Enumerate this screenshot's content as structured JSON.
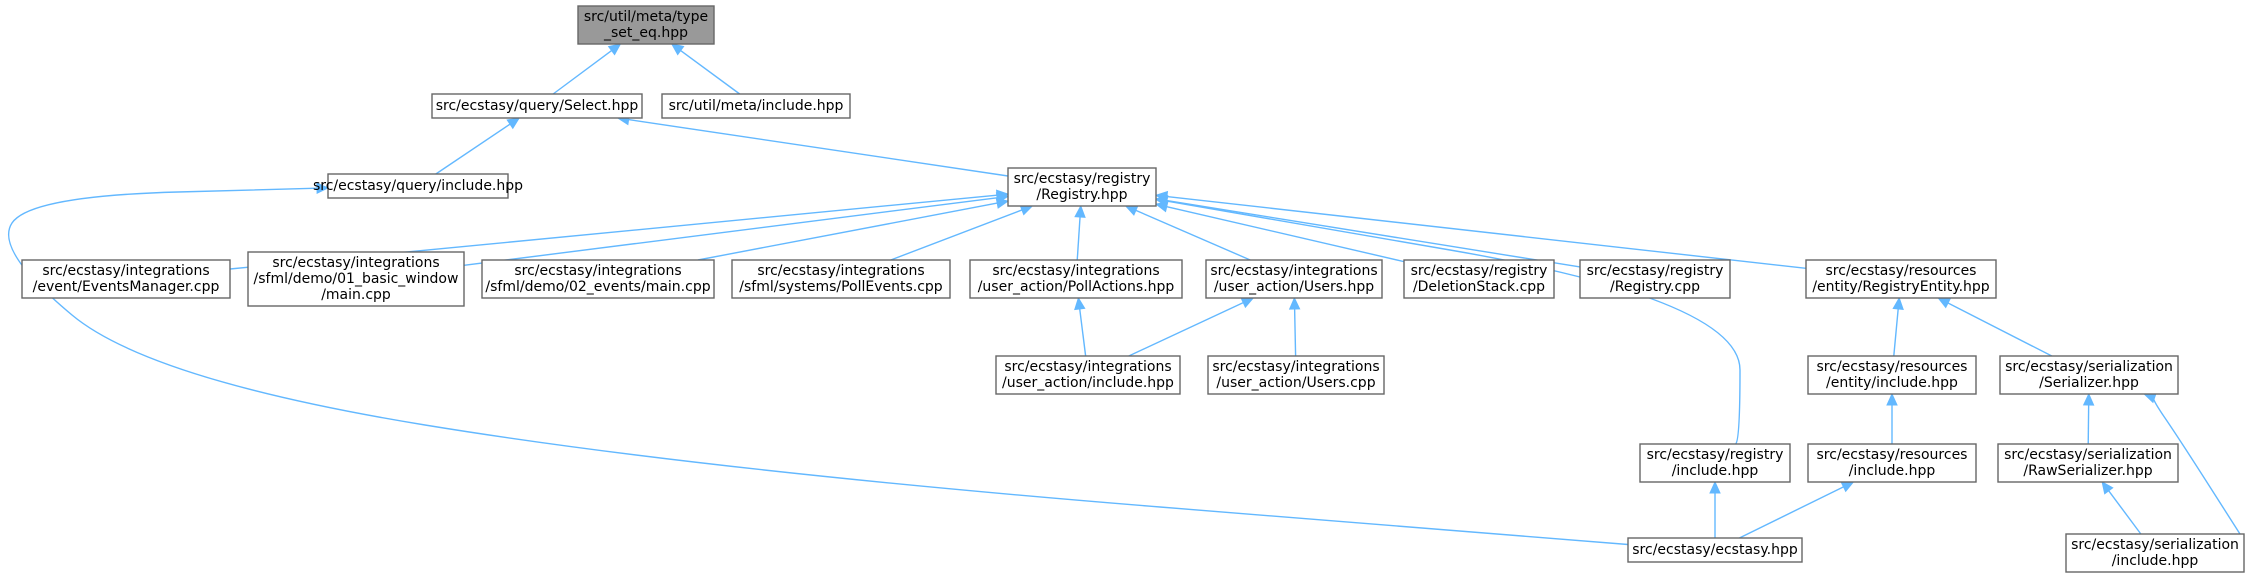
{
  "graph": {
    "nodes": [
      {
        "id": "type_set_eq",
        "lines": [
          "src/util/meta/type",
          "_set_eq.hpp"
        ],
        "highlighted": true
      },
      {
        "id": "select",
        "lines": [
          "src/ecstasy/query/Select.hpp"
        ]
      },
      {
        "id": "meta_include",
        "lines": [
          "src/util/meta/include.hpp"
        ]
      },
      {
        "id": "query_include",
        "lines": [
          "src/ecstasy/query/include.hpp"
        ]
      },
      {
        "id": "registry_hpp",
        "lines": [
          "src/ecstasy/registry",
          "/Registry.hpp"
        ]
      },
      {
        "id": "events_manager",
        "lines": [
          "src/ecstasy/integrations",
          "/event/EventsManager.cpp"
        ]
      },
      {
        "id": "basic_window",
        "lines": [
          "src/ecstasy/integrations",
          "/sfml/demo/01_basic_window",
          "/main.cpp"
        ]
      },
      {
        "id": "events_main",
        "lines": [
          "src/ecstasy/integrations",
          "/sfml/demo/02_events/main.cpp"
        ]
      },
      {
        "id": "poll_events",
        "lines": [
          "src/ecstasy/integrations",
          "/sfml/systems/PollEvents.cpp"
        ]
      },
      {
        "id": "poll_actions",
        "lines": [
          "src/ecstasy/integrations",
          "/user_action/PollActions.hpp"
        ]
      },
      {
        "id": "users_hpp",
        "lines": [
          "src/ecstasy/integrations",
          "/user_action/Users.hpp"
        ]
      },
      {
        "id": "deletion_stack",
        "lines": [
          "src/ecstasy/registry",
          "/DeletionStack.cpp"
        ]
      },
      {
        "id": "registry_cpp",
        "lines": [
          "src/ecstasy/registry",
          "/Registry.cpp"
        ]
      },
      {
        "id": "registry_entity",
        "lines": [
          "src/ecstasy/resources",
          "/entity/RegistryEntity.hpp"
        ]
      },
      {
        "id": "user_action_include",
        "lines": [
          "src/ecstasy/integrations",
          "/user_action/include.hpp"
        ]
      },
      {
        "id": "users_cpp",
        "lines": [
          "src/ecstasy/integrations",
          "/user_action/Users.cpp"
        ]
      },
      {
        "id": "entity_include",
        "lines": [
          "src/ecstasy/resources",
          "/entity/include.hpp"
        ]
      },
      {
        "id": "serializer",
        "lines": [
          "src/ecstasy/serialization",
          "/Serializer.hpp"
        ]
      },
      {
        "id": "registry_include",
        "lines": [
          "src/ecstasy/registry",
          "/include.hpp"
        ]
      },
      {
        "id": "resources_include",
        "lines": [
          "src/ecstasy/resources",
          "/include.hpp"
        ]
      },
      {
        "id": "raw_serializer",
        "lines": [
          "src/ecstasy/serialization",
          "/RawSerializer.hpp"
        ]
      },
      {
        "id": "ecstasy_hpp",
        "lines": [
          "src/ecstasy/ecstasy.hpp"
        ]
      },
      {
        "id": "serialization_include",
        "lines": [
          "src/ecstasy/serialization",
          "/include.hpp"
        ]
      }
    ],
    "edges": [
      {
        "from": "select",
        "to": "type_set_eq"
      },
      {
        "from": "meta_include",
        "to": "type_set_eq"
      },
      {
        "from": "query_include",
        "to": "select"
      },
      {
        "from": "registry_hpp",
        "to": "select"
      },
      {
        "from": "ecstasy_hpp",
        "to": "query_include"
      },
      {
        "from": "events_manager",
        "to": "registry_hpp"
      },
      {
        "from": "basic_window",
        "to": "registry_hpp"
      },
      {
        "from": "events_main",
        "to": "registry_hpp"
      },
      {
        "from": "poll_events",
        "to": "registry_hpp"
      },
      {
        "from": "poll_actions",
        "to": "registry_hpp"
      },
      {
        "from": "users_hpp",
        "to": "registry_hpp"
      },
      {
        "from": "deletion_stack",
        "to": "registry_hpp"
      },
      {
        "from": "registry_cpp",
        "to": "registry_hpp"
      },
      {
        "from": "registry_entity",
        "to": "registry_hpp"
      },
      {
        "from": "registry_include",
        "to": "registry_hpp"
      },
      {
        "from": "user_action_include",
        "to": "poll_actions"
      },
      {
        "from": "user_action_include",
        "to": "users_hpp"
      },
      {
        "from": "users_cpp",
        "to": "users_hpp"
      },
      {
        "from": "entity_include",
        "to": "registry_entity"
      },
      {
        "from": "serializer",
        "to": "registry_entity"
      },
      {
        "from": "resources_include",
        "to": "entity_include"
      },
      {
        "from": "raw_serializer",
        "to": "serializer"
      },
      {
        "from": "serialization_include",
        "to": "serializer"
      },
      {
        "from": "ecstasy_hpp",
        "to": "registry_include"
      },
      {
        "from": "ecstasy_hpp",
        "to": "resources_include"
      },
      {
        "from": "serialization_include",
        "to": "raw_serializer"
      }
    ]
  },
  "colors": {
    "edge": "#63b8ff",
    "node_border": "#666666",
    "node_fill": "#ffffff",
    "highlight_fill": "#999999"
  }
}
